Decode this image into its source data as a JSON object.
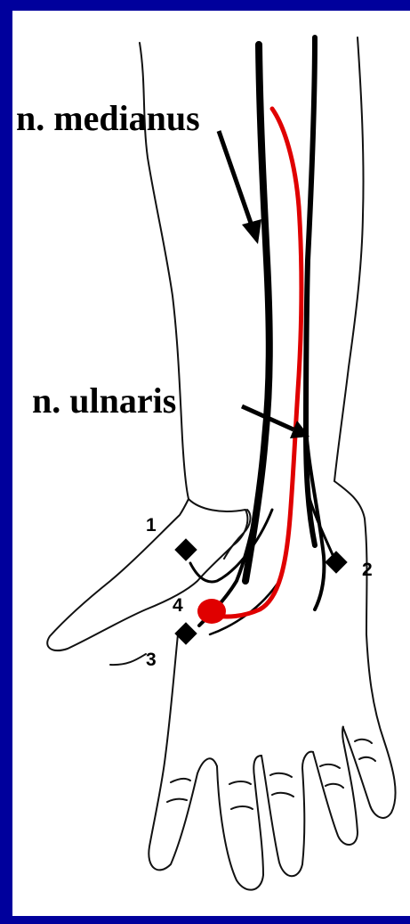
{
  "labels": {
    "median": "n. medianus",
    "ulnar": "n. ulnaris"
  },
  "electrodes": [
    "1",
    "2",
    "3",
    "4"
  ],
  "colors": {
    "frame": "#00009c",
    "background": "#ffffff",
    "pathway": "#e00000",
    "nerve": "#000000"
  }
}
